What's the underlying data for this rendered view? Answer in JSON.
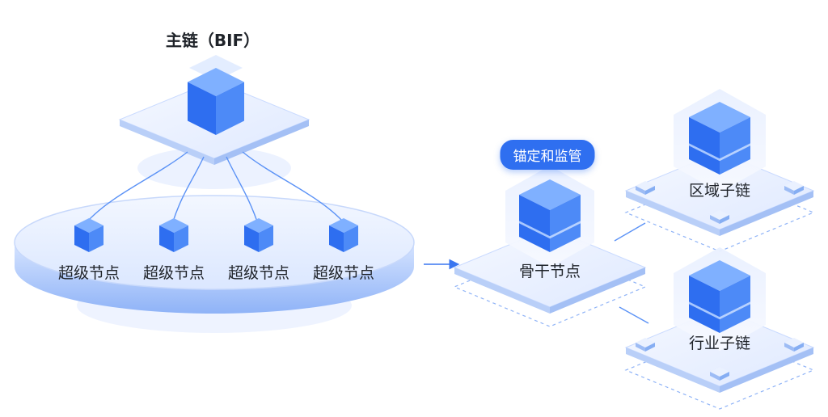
{
  "main_chain": {
    "title": "主链（BIF）"
  },
  "super_nodes": [
    "超级节点",
    "超级节点",
    "超级节点",
    "超级节点"
  ],
  "backbone": {
    "label": "骨干节点",
    "badge": "锚定和监管"
  },
  "sub_chains": {
    "regional": "区域子链",
    "industry": "行业子链"
  },
  "colors": {
    "cube_top": "#7fb0ff",
    "cube_left": "#2e6ef0",
    "cube_right": "#4d8af7",
    "platform": "#e6efff",
    "accent": "#2f6ff0",
    "connector": "#4a86f5",
    "text": "#1f2329"
  }
}
